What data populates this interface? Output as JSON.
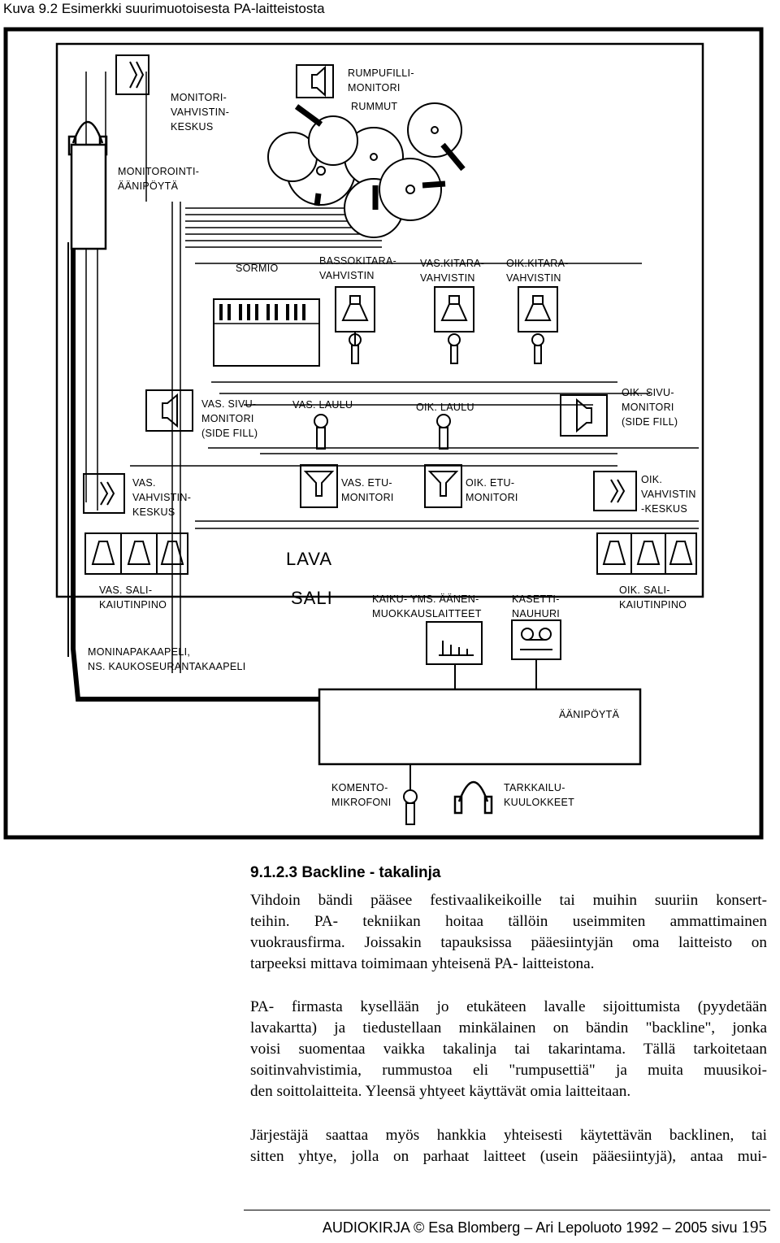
{
  "caption": "Kuva 9.2 Esimerkki suurimuotoisesta PA-laitteistosta",
  "diagram": {
    "labels": {
      "monitori_vahvistinkeskus": [
        "MONITORI-",
        "VAHVISTIN-",
        "KESKUS"
      ],
      "rumpufillimonitori": [
        "RUMPUFILLI-",
        "MONITORI"
      ],
      "rummut": "RUMMUT",
      "monitorointi_aanipoyta": [
        "MONITOROINTI-",
        "ÄÄNIPÖYTÄ"
      ],
      "sormio": "SORMIO",
      "bassokitaravahvistin": [
        "BASSOKITARA-",
        "VAHVISTIN"
      ],
      "vas_kitaravahvistin": [
        "VAS.KITARA-",
        "VAHVISTIN"
      ],
      "oik_kitaravahvistin": [
        "OIK.KITARA-",
        "VAHVISTIN"
      ],
      "vas_sivumonitori": [
        "VAS. SIVU-",
        "MONITORI",
        "(SIDE FILL)"
      ],
      "vas_laulu": "VAS. LAULU",
      "oik_laulu": "OIK. LAULU",
      "oik_sivumonitori": [
        "OIK. SIVU-",
        "MONITORI",
        "(SIDE FILL)"
      ],
      "vas_vahvistinkeskus": [
        "VAS.",
        "VAHVISTIN-",
        "KESKUS"
      ],
      "vas_etumonitori": [
        "VAS. ETU-",
        "MONITORI"
      ],
      "oik_etumonitori": [
        "OIK. ETU-",
        "MONITORI"
      ],
      "oik_vahvistinkeskus": [
        "OIK.",
        "VAHVISTIN",
        "-KESKUS"
      ],
      "lava": "LAVA",
      "sali": "SALI",
      "vas_salikaiutinpino": [
        "VAS. SALI-",
        "KAIUTINPINO"
      ],
      "kaiku": [
        "KAIKU- YMS. ÄÄNEN-",
        "MUOKKAUSLAITTEET"
      ],
      "kasettinauhuri": [
        "KASETTI-",
        "NAUHURI"
      ],
      "oik_salikaiutinpino": [
        "OIK. SALI-",
        "KAIUTINPINO"
      ],
      "moninapakaapeli": [
        "MONINAPAKAAPELI,",
        "NS. KAUKOSEURANTAKAAPELI"
      ],
      "aanipoyta": "ÄÄNIPÖYTÄ",
      "komentomikrofoni": [
        "KOMENTO-",
        "MIKROFONI"
      ],
      "tarkkailukuulokkeet": [
        "TARKKAILU-",
        "KUULOKKEET"
      ]
    }
  },
  "section": {
    "heading": "9.1.2.3 Backline - takalinja",
    "paragraphs": [
      [
        "Vihdoin bändi pääsee festivaalikeikoille tai muihin suuriin konsert-",
        "teihin. PA- tekniikan hoitaa tällöin useimmiten ammattimainen",
        "vuokrausfirma. Joissakin tapauksissa pääesiintyjän oma laitteisto on",
        "tarpeeksi mittava toimimaan yhteisenä PA- laitteistona."
      ],
      [
        "PA- firmasta kysellään jo etukäteen lavalle sijoittumista (pyydetään",
        "lavakartta) ja tiedustellaan minkälainen on bändin \"backline\", jonka",
        "voisi suomentaa vaikka takalinja tai takarintama. Tällä tarkoitetaan",
        "soitinvahvistimia, rummustoa eli \"rumpusettiä\" ja muita muusikoi-",
        "den soittolaitteita. Yleensä yhtyeet käyttävät omia laitteitaan."
      ],
      [
        "Järjestäjä saattaa myös hankkia yhteisesti käytettävän backlinen, tai",
        "sitten yhtye, jolla on parhaat laitteet (usein pääesiintyjä), antaa mui-"
      ]
    ]
  },
  "footer": {
    "text": "AUDIOKIRJA © Esa Blomberg – Ari Lepoluoto 1992 – 2005 sivu",
    "page": "195"
  }
}
